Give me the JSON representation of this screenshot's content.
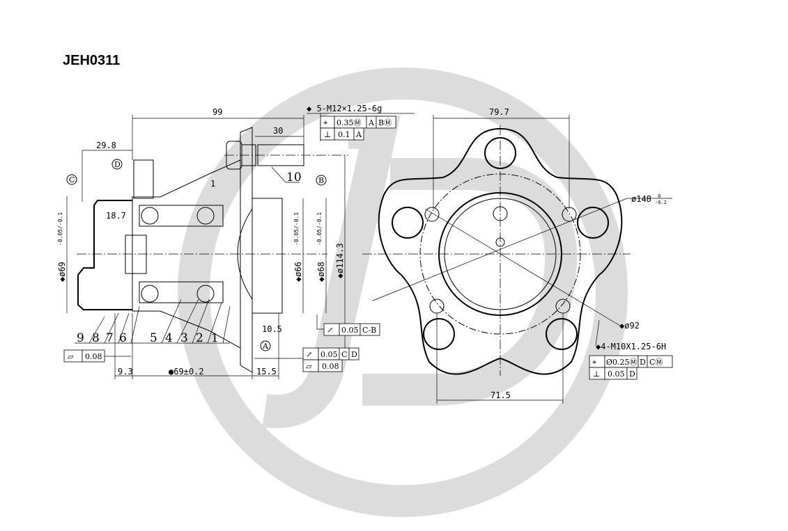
{
  "title": "JEH0311",
  "watermark": {
    "color": "#d9d9d9"
  },
  "side_view": {
    "dims": {
      "d99": "99",
      "d30": "30",
      "d29_8": "29.8",
      "d18_7": "18.7",
      "d1": "1",
      "d10_5": "10.5",
      "d9_3": "9.3",
      "d69": "●69±0.2",
      "d15_5": "15.5",
      "dia69": "◆ø69",
      "dia69_tol": "-0.05/-0.1",
      "dia66": "◆ø66",
      "dia66_tol": "-0.05/-0.1",
      "dia68": "◆ø68",
      "dia68_tol": "-0.05/-0.1",
      "dia114": "◆ø114.3"
    },
    "thread": "◆ 5-M12×1.25-6g",
    "fcf_stud": [
      [
        "⌖",
        "0.35Ⓜ",
        "A",
        "BⓂ"
      ],
      [
        "⊥",
        "0.1",
        "A"
      ]
    ],
    "fcf_runout_cb": [
      "↗",
      "0.05",
      "C-B"
    ],
    "fcf_runout_cd": [
      [
        "↗",
        "0.05",
        "C",
        "D"
      ],
      [
        "▱",
        "0.08"
      ]
    ],
    "fcf_flat": [
      "▱",
      "0.08"
    ],
    "datums": [
      "A",
      "B",
      "C",
      "D"
    ],
    "part_numbers": [
      "9",
      "8",
      "7",
      "6",
      "5",
      "4",
      "3",
      "2",
      "1",
      "10"
    ]
  },
  "front_view": {
    "d79_7": "79.7",
    "d71_5": "71.5",
    "dia148": "ø148",
    "dia148_tol_upper": "0",
    "dia148_tol_lower": "-0.2",
    "dia92": "◆ø92",
    "thread": "◆4-M10X1.25-6H",
    "fcf": [
      [
        "⌖",
        "Ø0.25Ⓜ",
        "D",
        "CⓂ"
      ],
      [
        "⊥",
        "0.05",
        "D"
      ]
    ]
  }
}
